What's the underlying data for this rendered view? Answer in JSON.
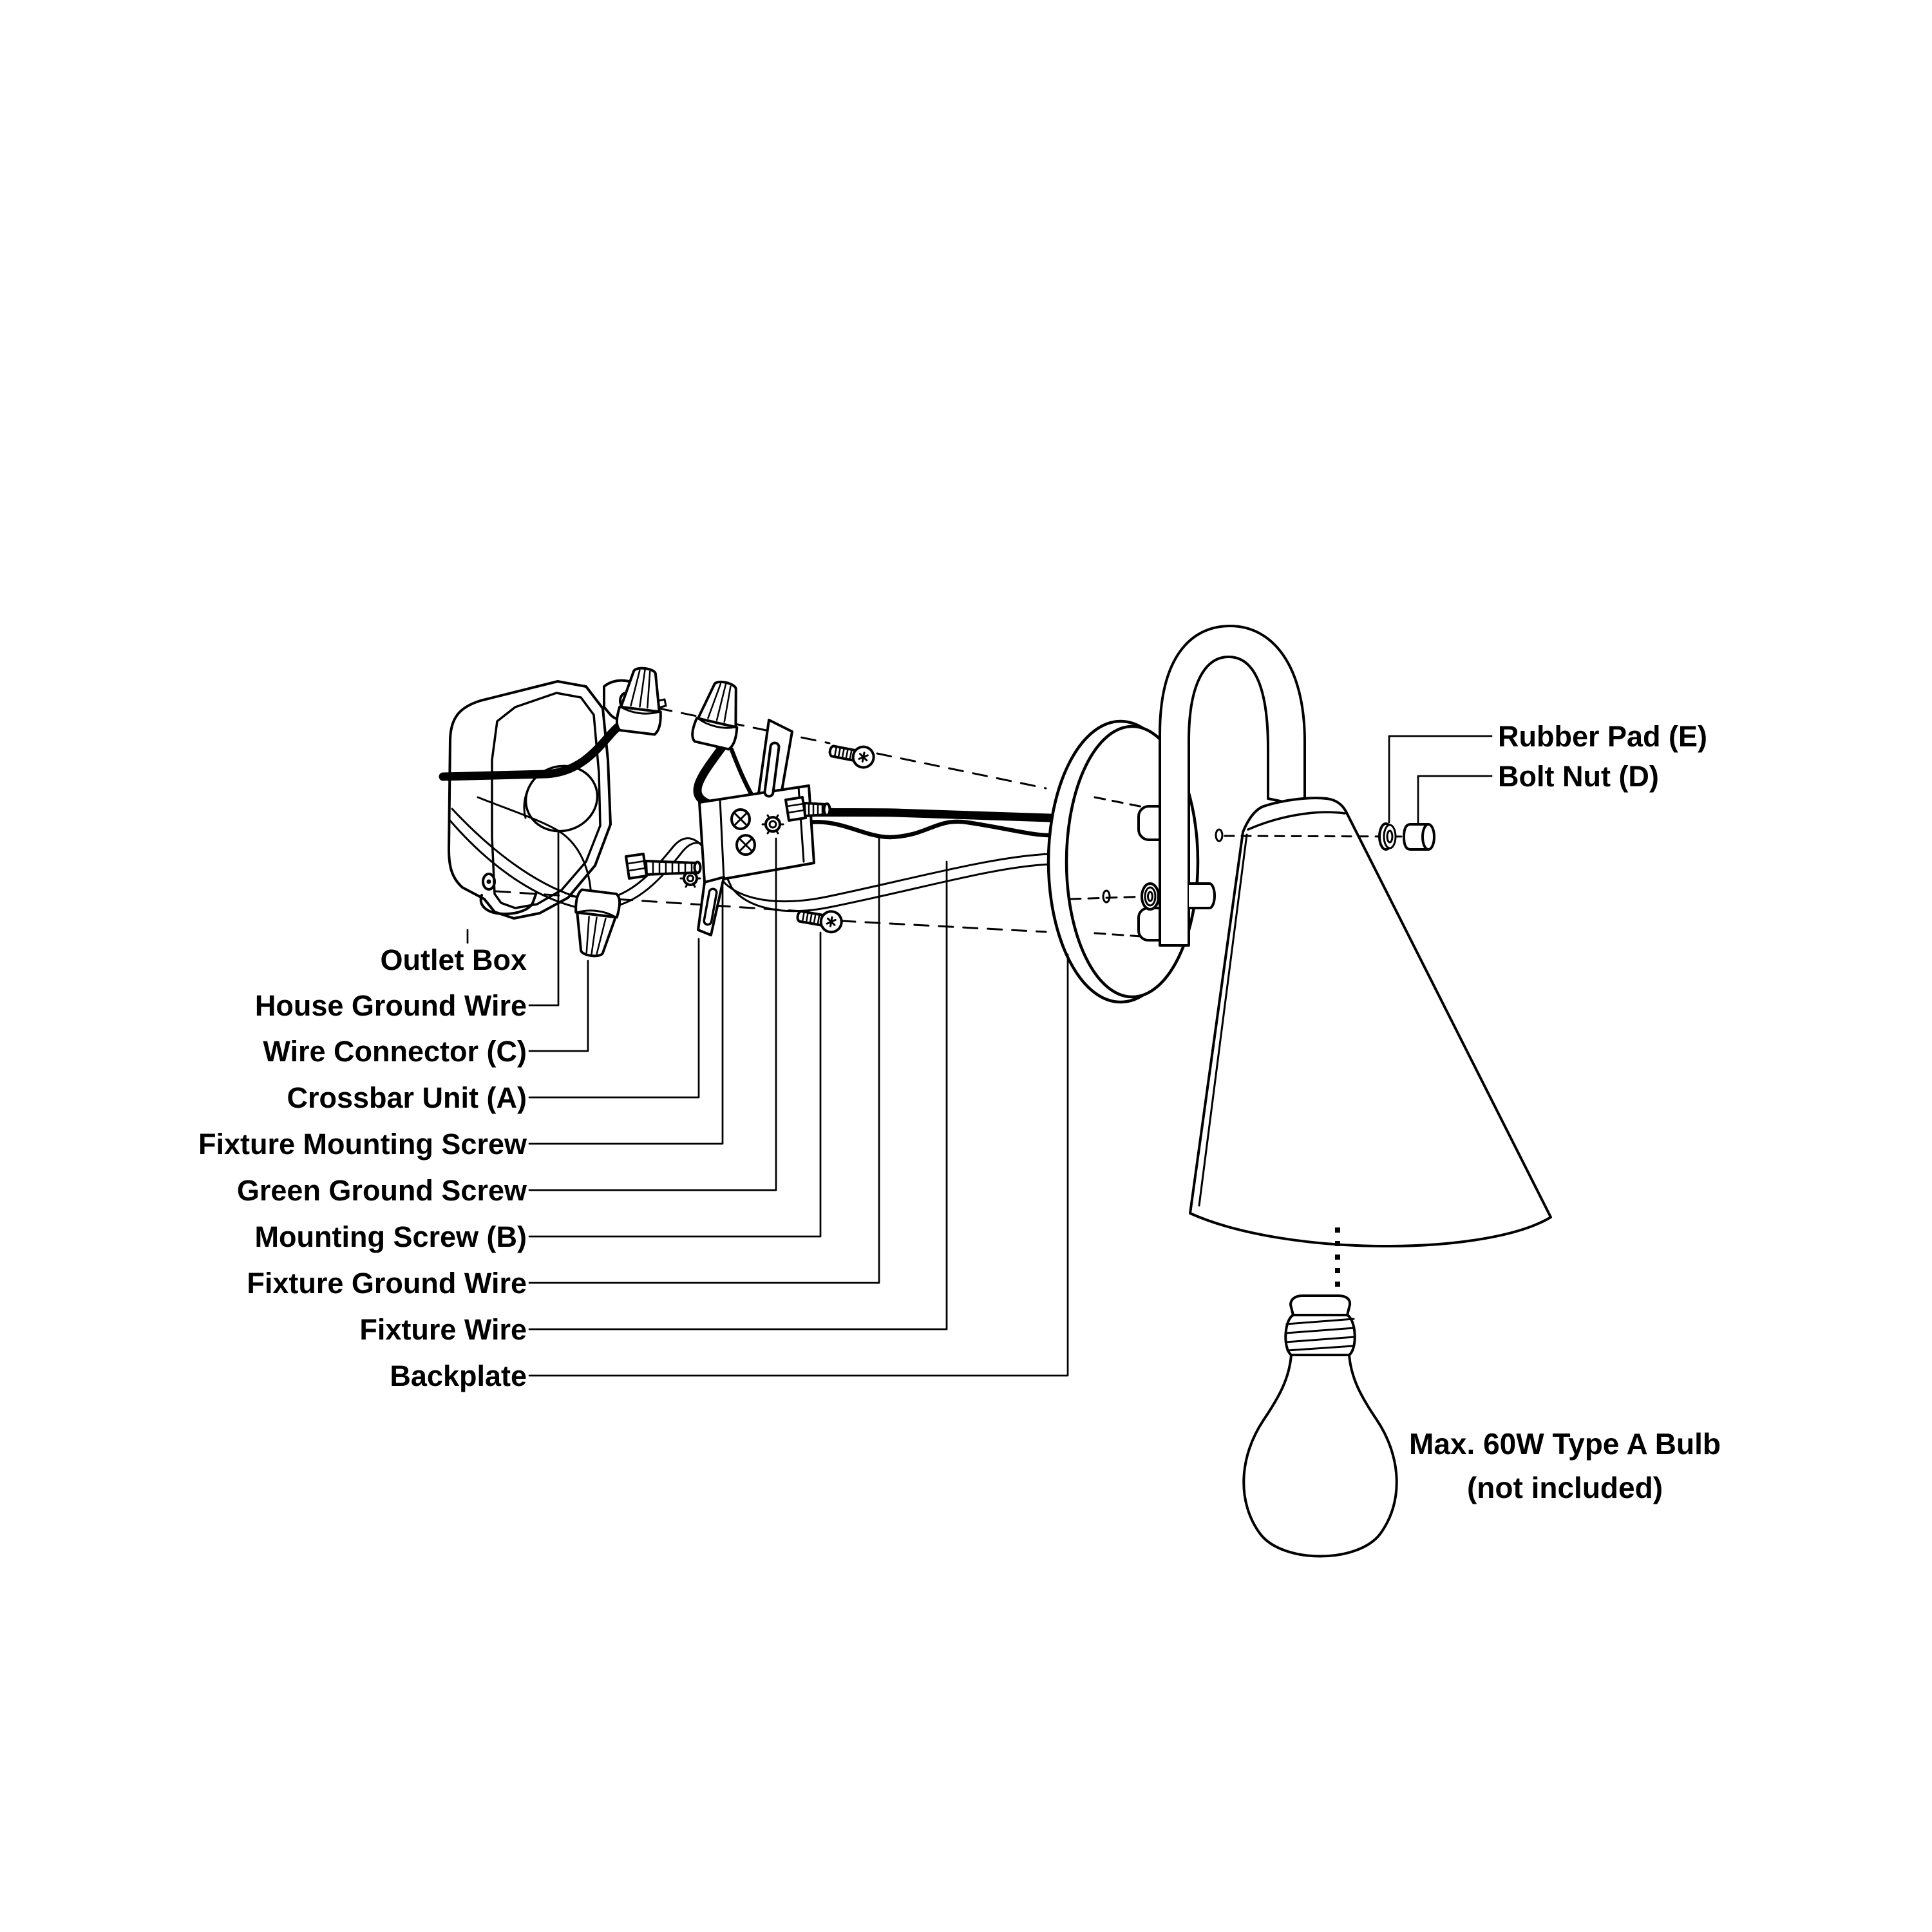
{
  "diagram": {
    "labels_left": [
      {
        "text": "Outlet Box"
      },
      {
        "text": "House Ground Wire"
      },
      {
        "text": "Wire Connector (C)"
      },
      {
        "text": "Crossbar Unit (A)"
      },
      {
        "text": "Fixture Mounting Screw"
      },
      {
        "text": "Green Ground Screw"
      },
      {
        "text": "Mounting Screw (B)"
      },
      {
        "text": "Fixture Ground Wire"
      },
      {
        "text": "Fixture Wire"
      },
      {
        "text": "Backplate"
      }
    ],
    "labels_right": [
      {
        "text": "Rubber Pad (E)"
      },
      {
        "text": "Bolt Nut (D)"
      }
    ],
    "bulb_note": {
      "line1": "Max. 60W Type A Bulb",
      "line2": "(not included)"
    },
    "colors": {
      "line": "#000000",
      "background": "#ffffff"
    }
  }
}
